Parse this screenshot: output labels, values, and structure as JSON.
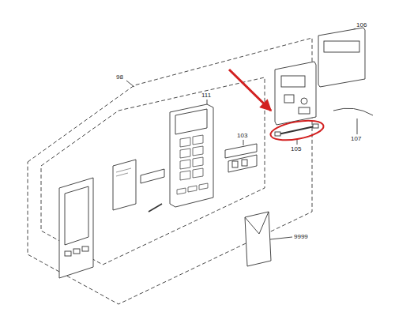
{
  "diagram": {
    "labels": [
      "98",
      "111",
      "103",
      "106",
      "105",
      "107",
      "9999"
    ]
  }
}
